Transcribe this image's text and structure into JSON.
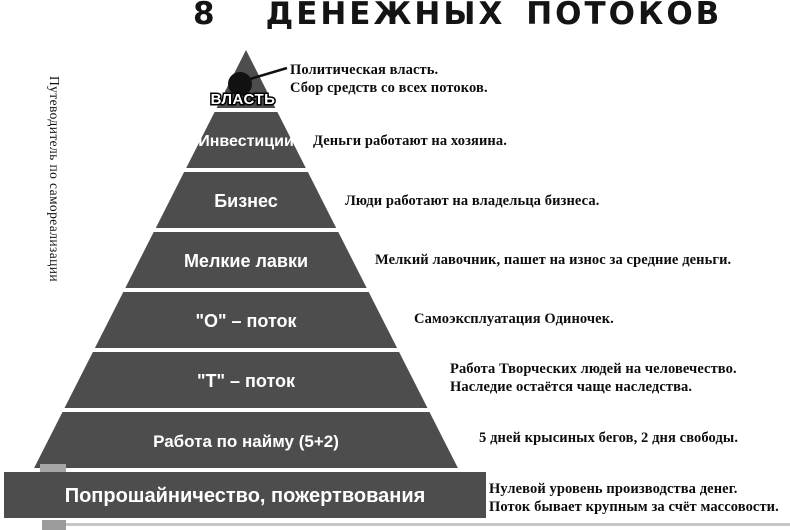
{
  "title": {
    "number": "8",
    "words": "ДЕНЕЖНЫХ ПОТОКОВ"
  },
  "side_label": "Путеводитель по самореализации",
  "colors": {
    "pyramid_gray": "#4d4d4d",
    "dot_black": "#111111",
    "patch_gray": "#a6a6a6"
  },
  "pyramid": {
    "levels": [
      {
        "label": "ВЛАСТЬ",
        "annotation_lines": [
          "Политическая власть.",
          "Сбор средств со всех потоков."
        ]
      },
      {
        "label": "Инвестиции",
        "annotation_lines": [
          "Деньги работают на хозяина."
        ]
      },
      {
        "label": "Бизнес",
        "annotation_lines": [
          "Люди работают на владельца бизнеса."
        ]
      },
      {
        "label": "Мелкие лавки",
        "annotation_lines": [
          "Мелкий лавочник, пашет на износ за средние деньги."
        ]
      },
      {
        "label": "\"О\" – поток",
        "annotation_lines": [
          "Самоэксплуатация Одиночек."
        ]
      },
      {
        "label": "\"Т\" – поток",
        "annotation_lines": [
          "Работа Творческих людей на человечество.",
          "Наследие остаётся чаще наследства."
        ]
      },
      {
        "label": "Работа по найму (5+2)",
        "annotation_lines": [
          "5 дней крысиных бегов, 2 дня свободы."
        ]
      },
      {
        "label": "Попрошайничество, пожертвования",
        "annotation_lines": [
          "Нулевой уровень производства денег.",
          "Поток бывает крупным за счёт массовости."
        ]
      }
    ]
  }
}
